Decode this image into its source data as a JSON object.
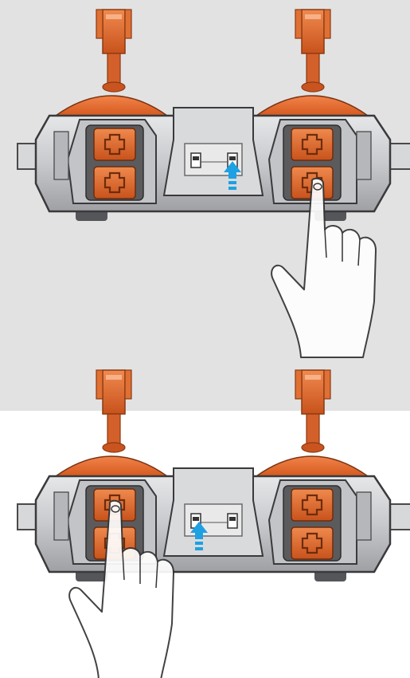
{
  "colors": {
    "background_panel": "#e2e2e3",
    "body_light": "#cfd0d2",
    "body_mid": "#b3b4b7",
    "body_dark": "#8f9094",
    "outline": "#3a3a3c",
    "orange": "#e06a2c",
    "orange_dark": "#b84d1a",
    "orange_light": "#f08a4e",
    "arrow_blue": "#1da1e3",
    "hand_fill": "#ffffff",
    "hand_stroke": "#333333"
  },
  "panels": [
    {
      "id": "top",
      "pressed_side": "right",
      "pressed_button": "lower",
      "switch_position": "right",
      "hand": "right-hand-pressing"
    },
    {
      "id": "bottom",
      "pressed_side": "left",
      "pressed_button": "upper",
      "switch_position": "left",
      "hand": "left-hand-pressing"
    }
  ],
  "icons": {
    "controller": "remote-controller-icon",
    "arrow": "arrow-up-icon",
    "hand": "pointing-hand-icon",
    "plus_button": "cross-button-icon"
  }
}
